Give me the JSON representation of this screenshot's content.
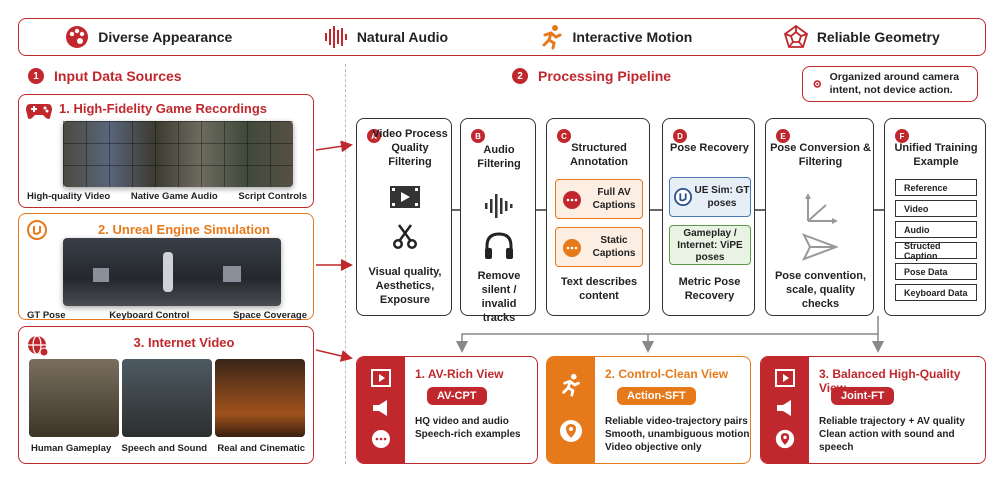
{
  "banner": {
    "items": [
      {
        "label": "Diverse Appearance",
        "icon": "palette-icon"
      },
      {
        "label": "Natural Audio",
        "icon": "waveform-icon"
      },
      {
        "label": "Interactive Motion",
        "icon": "running-figure-icon"
      },
      {
        "label": "Reliable Geometry",
        "icon": "polyhedron-icon"
      }
    ]
  },
  "sources": {
    "num": "1",
    "header": "Input Data Sources",
    "game": {
      "title": "1. High-Fidelity Game Recordings",
      "captions": [
        "High-quality Video",
        "Native Game Audio",
        "Script Controls"
      ]
    },
    "unreal": {
      "title": "2. Unreal Engine Simulation",
      "captions": [
        "GT Pose",
        "Keyboard Control",
        "Space Coverage"
      ]
    },
    "internet": {
      "title": "3. Internet Video",
      "captions": [
        "Human Gameplay",
        "Speech and Sound",
        "Real and Cinematic"
      ]
    }
  },
  "pipeline": {
    "num": "2",
    "header": "Processing Pipeline",
    "note": "Organized around camera intent, not device action.",
    "stages": [
      {
        "letter": "A",
        "title": "Video Process Quality Filtering",
        "desc": "Visual quality, Aesthetics, Exposure"
      },
      {
        "letter": "B",
        "title": "Audio Filtering",
        "desc": "Remove silent / invalid tracks"
      },
      {
        "letter": "C",
        "title": "Structured Annotation",
        "box1": "Full AV Captions",
        "box2": "Static Captions",
        "desc": "Text describes content"
      },
      {
        "letter": "D",
        "title": "Pose Recovery",
        "box1": "UE Sim: GT poses",
        "box2": "Gameplay / Internet: ViPE poses",
        "desc": "Metric Pose Recovery"
      },
      {
        "letter": "E",
        "title": "Pose Conversion & Filtering",
        "desc": "Pose convention, scale, quality checks"
      },
      {
        "letter": "F",
        "title": "Unified Training Example",
        "fields": [
          "Reference",
          "Video",
          "Audio",
          "Structed Caption",
          "Pose Data",
          "Keyboard Data"
        ]
      }
    ]
  },
  "views": [
    {
      "title": "1. AV-Rich View",
      "pill": "AV-CPT",
      "lines": [
        "HQ video and audio",
        "Speech-rich examples"
      ]
    },
    {
      "title": "2. Control-Clean View",
      "pill": "Action-SFT",
      "lines": [
        "Reliable video-trajectory pairs",
        "Smooth, unambiguous motion",
        "Video objective only"
      ]
    },
    {
      "title": "3. Balanced High-Quality View",
      "pill": "Joint-FT",
      "lines": [
        "Reliable trajectory + AV quality",
        "Clean action with sound and speech"
      ]
    }
  ],
  "colors": {
    "accent": "#c0282d",
    "secondary": "#e67a1a",
    "caption_fill": "#fdeee4",
    "pose_fill": "#e6eef8"
  }
}
